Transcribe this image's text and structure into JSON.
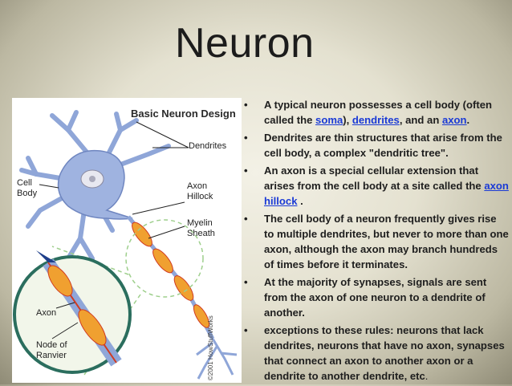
{
  "title": "Neuron",
  "figure": {
    "heading": "Basic Neuron Design",
    "labels": {
      "dendrites": "Dendrites",
      "cell_body_1": "Cell",
      "cell_body_2": "Body",
      "axon_hillock_1": "Axon",
      "axon_hillock_2": "Hillock",
      "myelin_sheath_1": "Myelin",
      "myelin_sheath_2": "Sheath",
      "axon": "Axon",
      "node_of_ranvier_1": "Node of",
      "node_of_ranvier_2": "Ranvier"
    },
    "copyright": "©2001 HowStuffWorks"
  },
  "bullet_symbol": "•",
  "bullets": [
    {
      "t1": "A typical neuron possesses a cell body (often called the ",
      "l1": "soma",
      "t2": "), ",
      "l2": "dendrites",
      "t3": ", and an ",
      "l3": "axon",
      "t4": "."
    },
    {
      "text": "Dendrites are thin structures that arise from the cell body,  a complex \"dendritic tree\"."
    },
    {
      "t1": "An axon is a special cellular extension that arises from the cell body at a site called the ",
      "l1": "axon hillock",
      "t2": " ."
    },
    {
      "text": " The cell body of a neuron frequently gives rise to multiple dendrites, but never to more than one axon, although the axon may branch hundreds of times before it terminates."
    },
    {
      "text": "At the majority of synapses, signals are sent from the axon of one neuron to a dendrite of another."
    },
    {
      "text": "exceptions to these rules: neurons that lack dendrites, neurons that have no axon, synapses that connect an axon to another axon or a dendrite to another dendrite, etc",
      "end": "."
    }
  ]
}
